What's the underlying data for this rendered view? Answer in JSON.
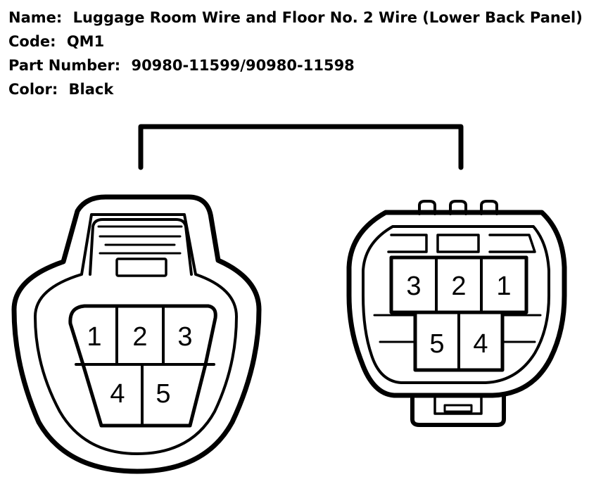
{
  "header": {
    "name_label": "Name:",
    "name_value": "Luggage Room Wire and Floor No. 2 Wire (Lower Back Panel)",
    "code_label": "Code:",
    "code_value": "QM1",
    "part_label": "Part Number:",
    "part_value": "90980-11599/90980-11598",
    "color_label": "Color:",
    "color_value": "Black"
  },
  "connectors": {
    "left": {
      "pins_top": [
        "1",
        "2",
        "3"
      ],
      "pins_bottom": [
        "4",
        "5"
      ]
    },
    "right": {
      "pins_top": [
        "3",
        "2",
        "1"
      ],
      "pins_bottom": [
        "5",
        "4"
      ]
    }
  }
}
